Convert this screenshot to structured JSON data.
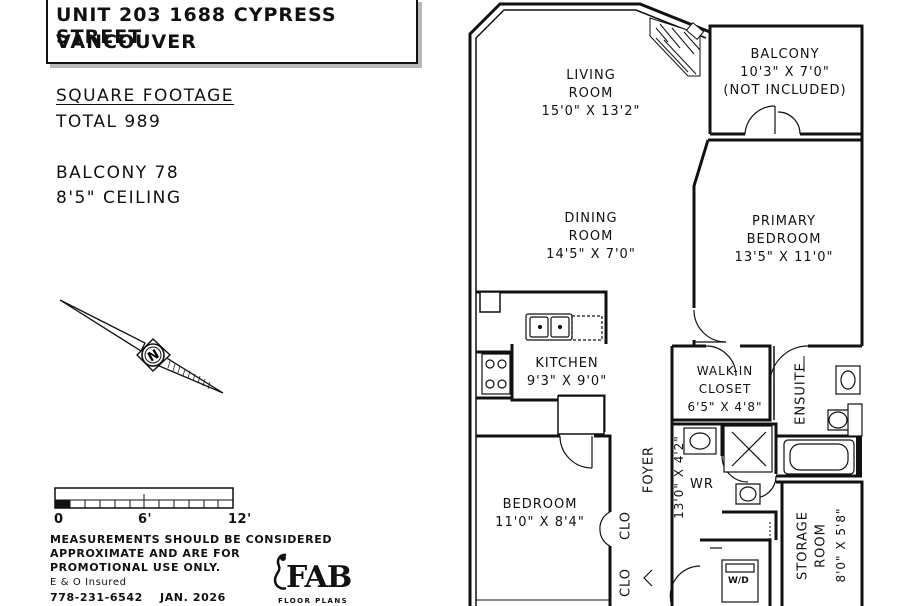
{
  "address": {
    "line1": "UNIT 203 1688 CYPRESS STREET",
    "line2": "VANCOUVER"
  },
  "summary": {
    "heading": "SQUARE FOOTAGE",
    "total": "TOTAL 989",
    "balcony": "BALCONY 78",
    "ceiling": "8'5\" CEILING"
  },
  "scale": {
    "start": "0",
    "mid": "6'",
    "end": "12'"
  },
  "disclaimer": {
    "line1": "MEASUREMENTS SHOULD BE CONSIDERED",
    "line2": "APPROXIMATE AND ARE FOR",
    "line3": "PROMOTIONAL USE ONLY.",
    "line4": "E & O Insured",
    "contact": "778-231-6542",
    "date": "JAN. 2026"
  },
  "logo": {
    "text": "FAB",
    "sub": "FLOOR PLANS"
  },
  "compass": {
    "letter": "N"
  },
  "rooms": {
    "living": {
      "name1": "LIVING",
      "name2": "ROOM",
      "dims": "15'0\" X 13'2\""
    },
    "balcony": {
      "name": "BALCONY",
      "dims": "10'3\" X 7'0\"",
      "note": "(NOT INCLUDED)"
    },
    "dining": {
      "name1": "DINING",
      "name2": "ROOM",
      "dims": "14'5\" X 7'0\""
    },
    "primary": {
      "name1": "PRIMARY",
      "name2": "BEDROOM",
      "dims": "13'5\" X 11'0\""
    },
    "kitchen": {
      "name": "KITCHEN",
      "dims": "9'3\" X 9'0\""
    },
    "walkin": {
      "name1": "WALK-IN",
      "name2": "CLOSET",
      "dims": "6'5\" X 4'8\""
    },
    "ensuite": {
      "name": "ENSUITE"
    },
    "foyer": {
      "name": "FOYER",
      "dims": "13'0\" X 4'2\""
    },
    "wr": {
      "name": "WR"
    },
    "bedroom": {
      "name": "BEDROOM",
      "dims": "11'0\" X 8'4\""
    },
    "clo1": {
      "name": "CLO"
    },
    "clo2": {
      "name": "CLO"
    },
    "storage": {
      "name": "STORAGE",
      "name2": "ROOM",
      "dims": "8'0\" X 5'8\""
    },
    "wd": {
      "name": "W/D"
    }
  }
}
